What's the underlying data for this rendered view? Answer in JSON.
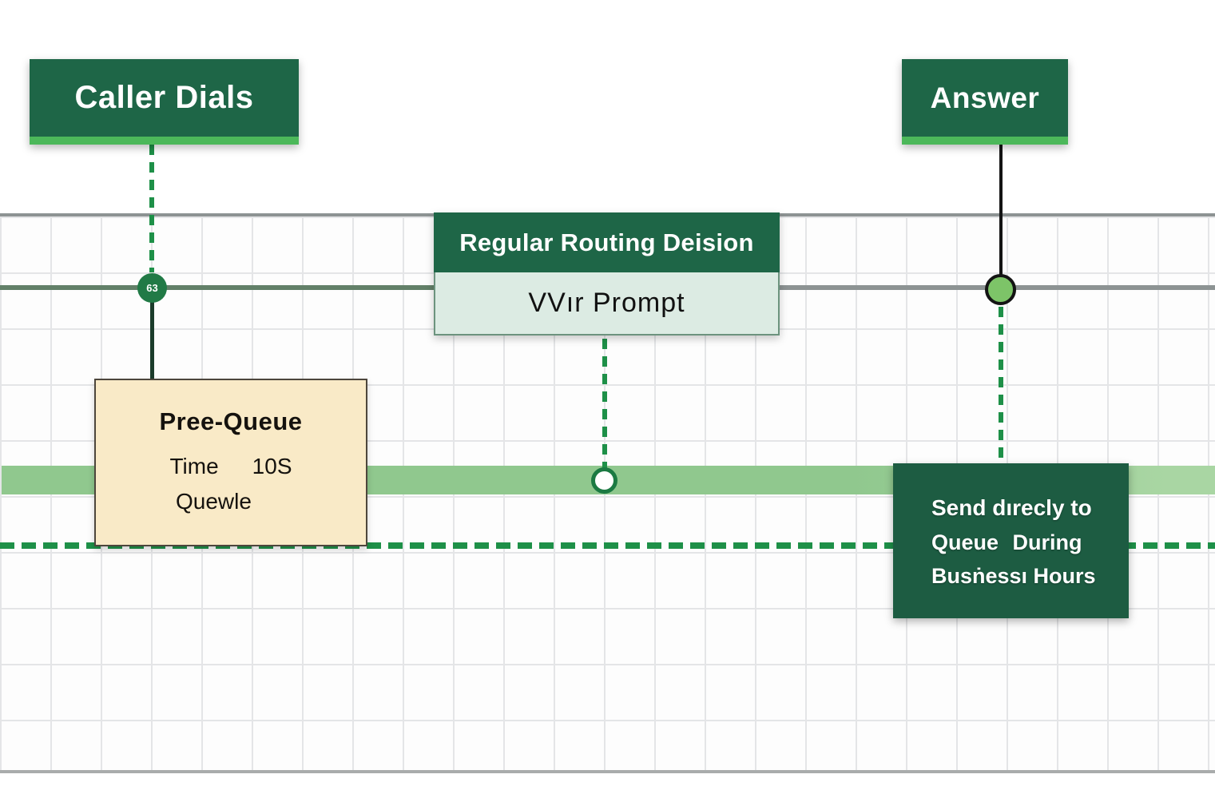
{
  "colors": {
    "header-green": "#1e6647",
    "strip-green": "#4cb85a",
    "send-green": "#1d5c42",
    "band-green": "#90c88e",
    "band-green-light": "#a9d6a3",
    "dash-green": "#1e9048",
    "pale-body": "#dcebe3",
    "cream": "#f9eac7",
    "line-gray": "#8d9393",
    "line-green-gray": "#628068",
    "grid-line": "#e4e5e7",
    "dark-connector": "#1b3c2b",
    "marker-dark": "#217a46",
    "marker-light": "#7dc468"
  },
  "nodes": {
    "caller_dials": {
      "label": "Caller Dials"
    },
    "answer": {
      "label": "Answer"
    },
    "routing": {
      "header": "Regular Routing Deision",
      "body": "VVır Prompt"
    },
    "pre_queue": {
      "title": "Pree-Queue",
      "time_label": "Time",
      "time_value": "10S",
      "line3": "Quewle"
    },
    "send": {
      "line1": "Send dırecly to",
      "line2": "Queue During",
      "line3": "Busṅessı Hours"
    }
  },
  "markers": {
    "caller_marker_label": "63"
  }
}
